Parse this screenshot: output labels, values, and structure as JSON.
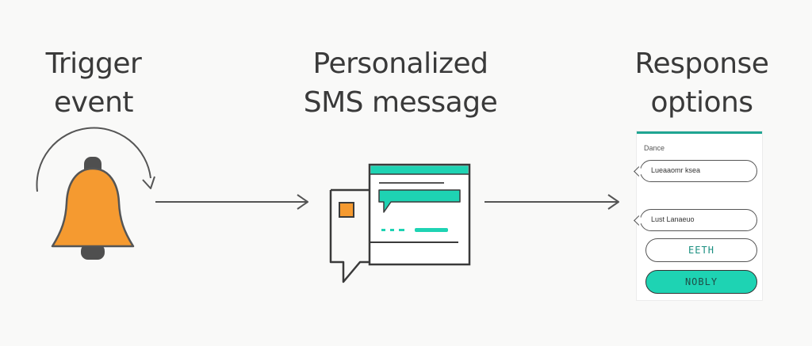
{
  "steps": {
    "trigger": {
      "line1": "Trigger",
      "line2": "event",
      "icon": "bell-icon"
    },
    "sms": {
      "line1": "Personalized",
      "line2": "SMS message",
      "icon": "sms-chat-icon"
    },
    "response": {
      "line1": "Response",
      "line2": "options",
      "icon": "phone-options-panel"
    }
  },
  "response_panel": {
    "label": "Dance",
    "field1": "Lueaaomr ksea",
    "field2": "Lust Lanaeuo",
    "button_outline": "EETH",
    "button_filled": "NOBLY"
  },
  "colors": {
    "bell": "#f59a30",
    "accent": "#1ed3b3",
    "accent_dark": "#1fa592",
    "stroke": "#555555",
    "text": "#3a3a3a"
  }
}
